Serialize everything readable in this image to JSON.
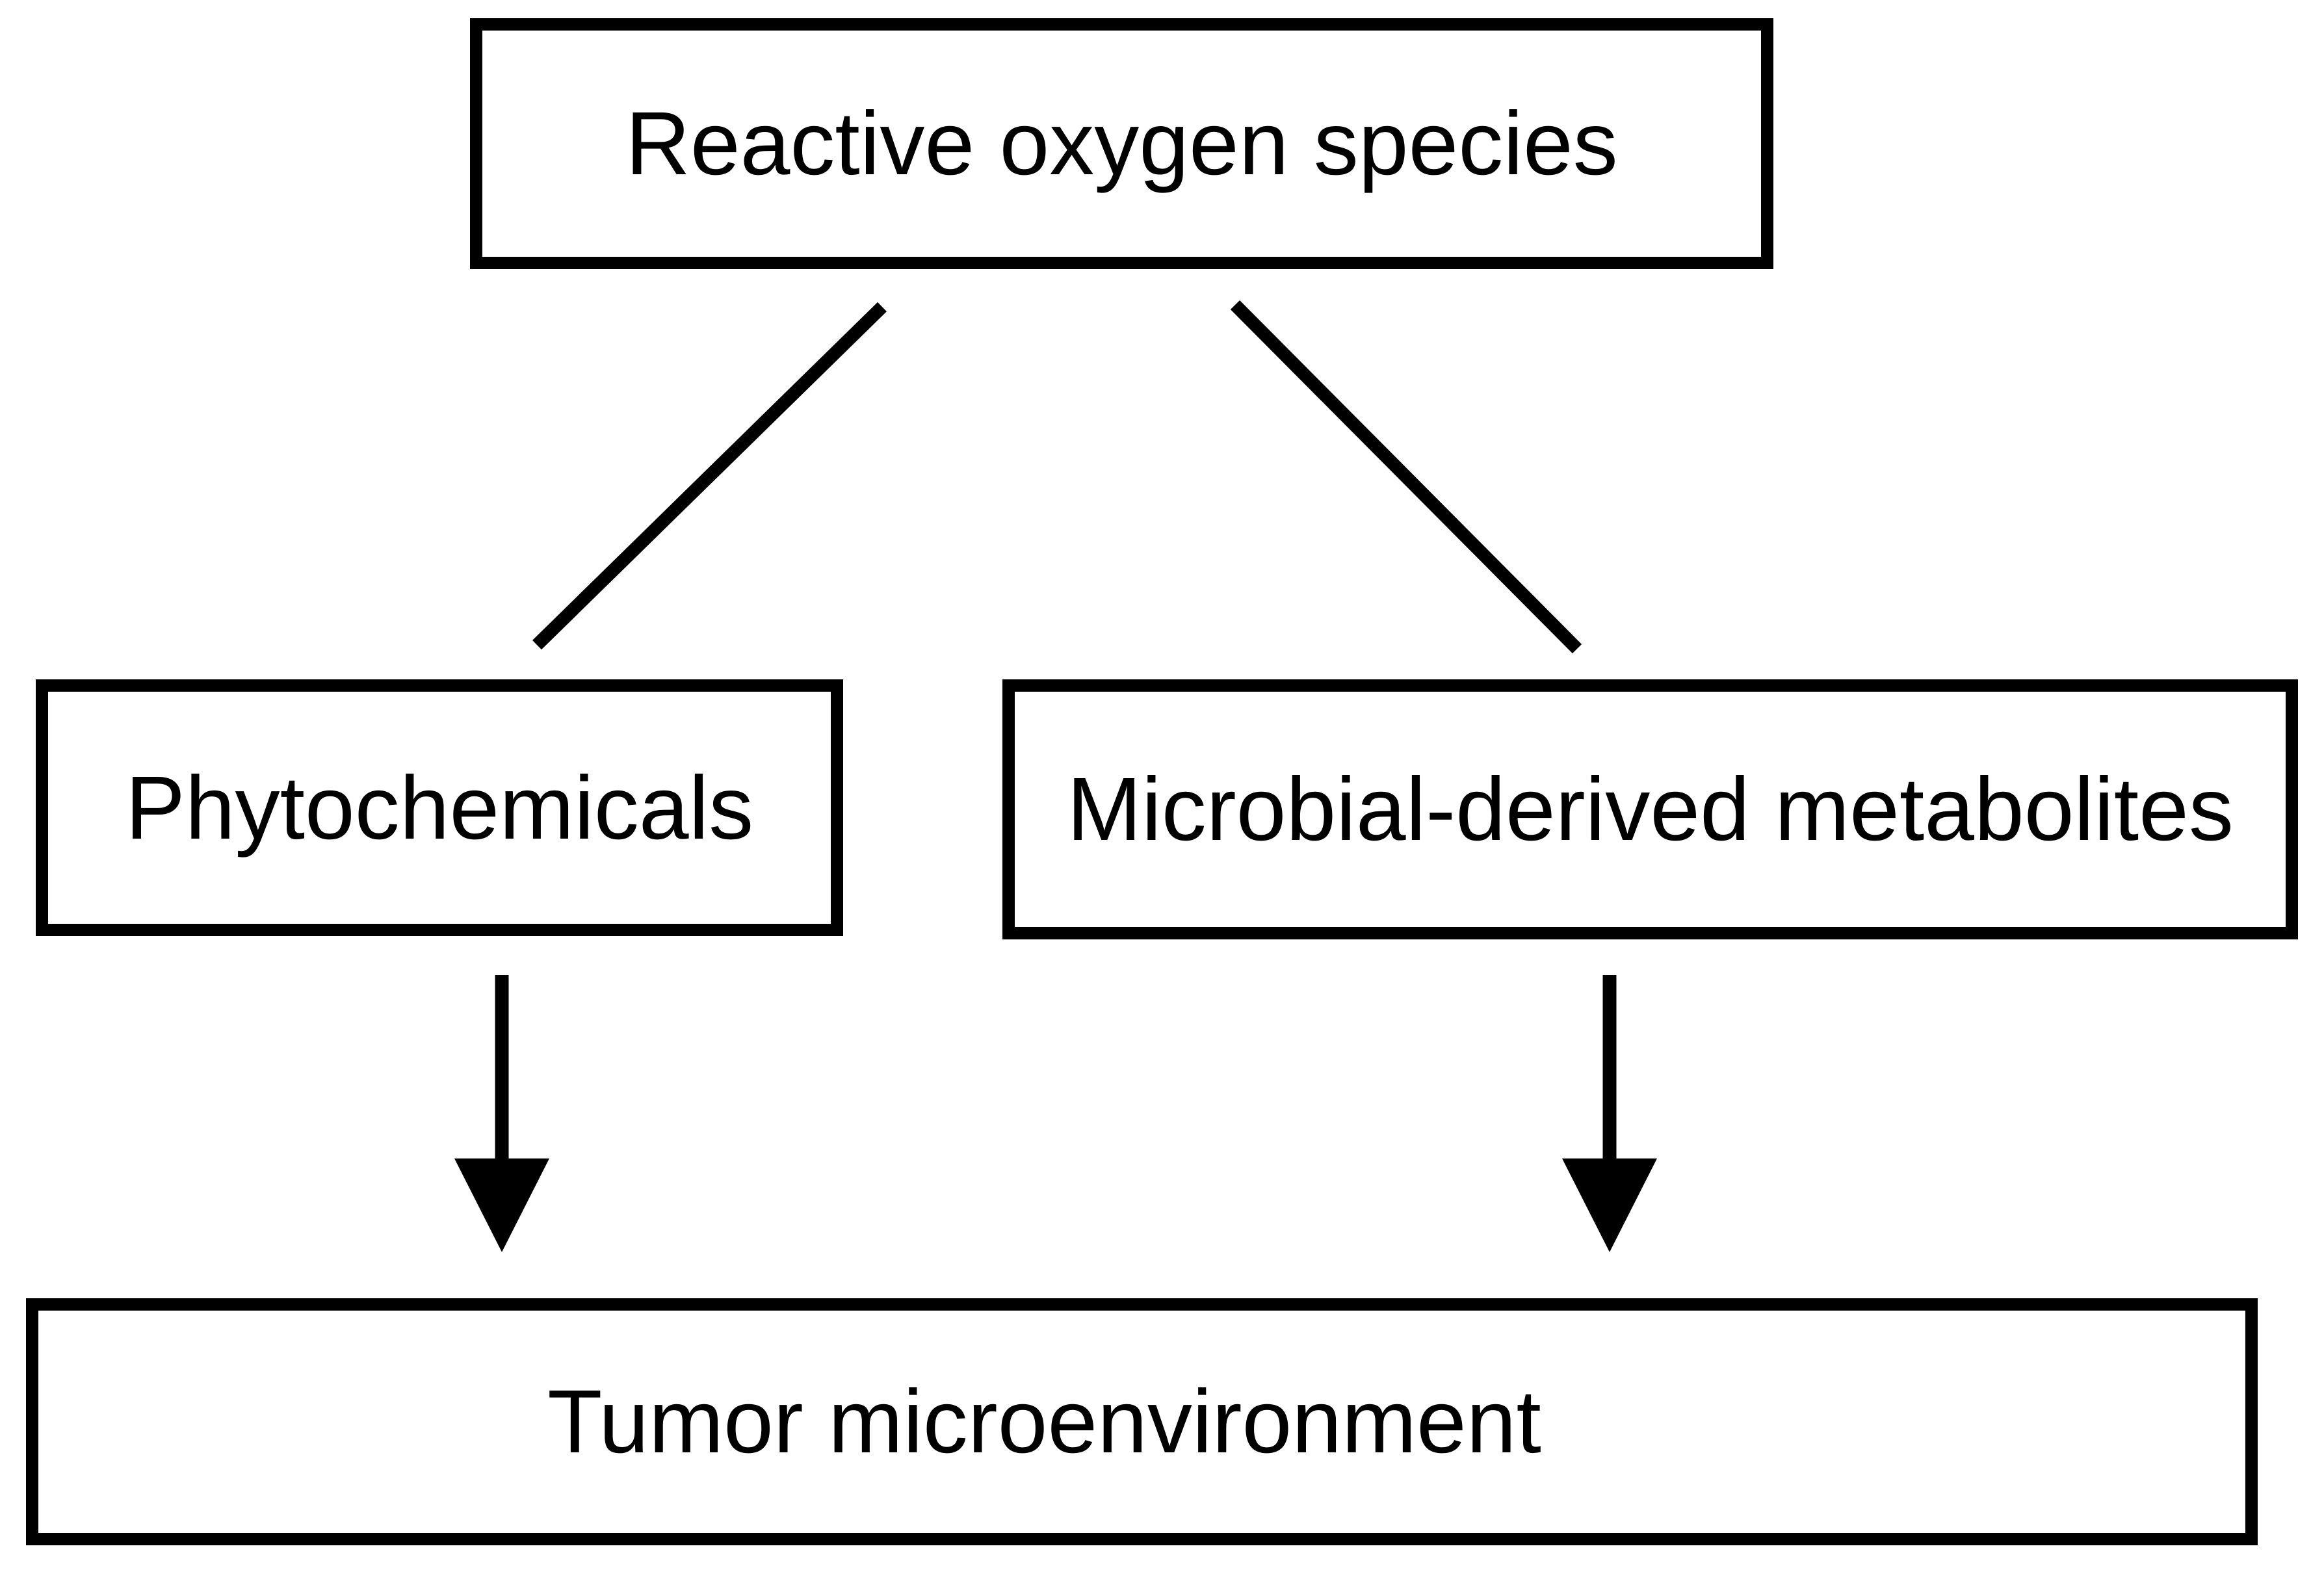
{
  "figure": {
    "type": "flowchart",
    "background_color": "#ffffff",
    "line_color": "#000000",
    "text_color": "#000000",
    "nodes": {
      "ros": {
        "label": "Reactive oxygen species"
      },
      "phytochemicals": {
        "label": "Phytochemicals"
      },
      "microbial_metabolites": {
        "label": "Microbial-derived metabolites"
      },
      "tumor_microenvironment": {
        "label": "Tumor microenvironment"
      }
    },
    "edges": [
      {
        "from": "Reactive oxygen species",
        "to": "Phytochemicals",
        "style": "plain-line"
      },
      {
        "from": "Reactive oxygen species",
        "to": "Microbial-derived metabolites",
        "style": "plain-line"
      },
      {
        "from": "Phytochemicals",
        "to": "Tumor microenvironment",
        "style": "arrow-down"
      },
      {
        "from": "Microbial-derived metabolites",
        "to": "Tumor microenvironment",
        "style": "arrow-down"
      }
    ]
  }
}
